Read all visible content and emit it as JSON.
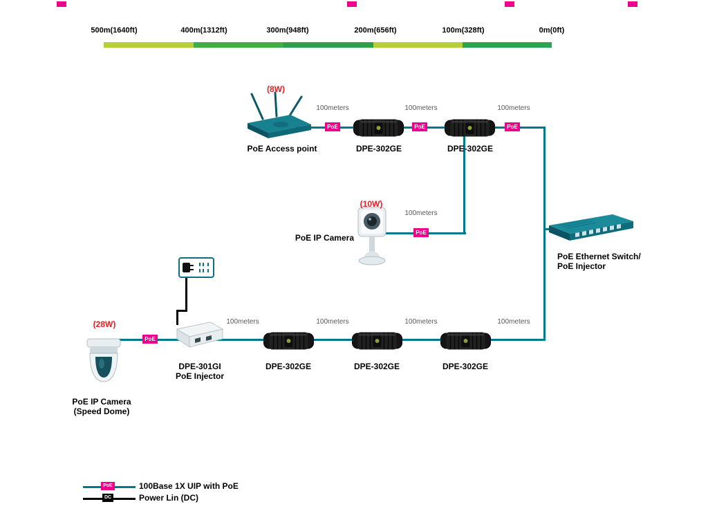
{
  "scale": {
    "labels": [
      "500m(1640ft)",
      "400m(1312ft)",
      "300m(948ft)",
      "200m(656ft)",
      "100m(328ft)",
      "0m(0ft)"
    ],
    "segment_colors": [
      "#b6ce3a",
      "#41ab49",
      "#2f9e4e",
      "#b6ce3a",
      "#2aa551"
    ]
  },
  "badge": {
    "poe": "PoE",
    "dc": "DC"
  },
  "link_label": "100meters",
  "access_point": {
    "watt": "(8W)",
    "label": "PoE Access point"
  },
  "extender": {
    "label": "DPE-302GE"
  },
  "ip_camera": {
    "watt": "(10W)",
    "label": "PoE IP Camera"
  },
  "switch": {
    "label_line1": "PoE Ethernet Switch/",
    "label_line2": "PoE Injector"
  },
  "dome_camera": {
    "watt": "(28W)",
    "label_line1": "PoE IP Camera",
    "label_line2": "(Speed Dome)"
  },
  "injector": {
    "label_line1": "DPE-301GI",
    "label_line2": "PoE Injector"
  },
  "legend": {
    "poe_item": "100Base 1X UIP with PoE",
    "dc_item": "Power Lin (DC)"
  },
  "colors": {
    "cable_poe": "#007a8b",
    "cable_dc": "#000000",
    "badge_poe": "#ec008c",
    "watt_text": "#e31e24"
  }
}
